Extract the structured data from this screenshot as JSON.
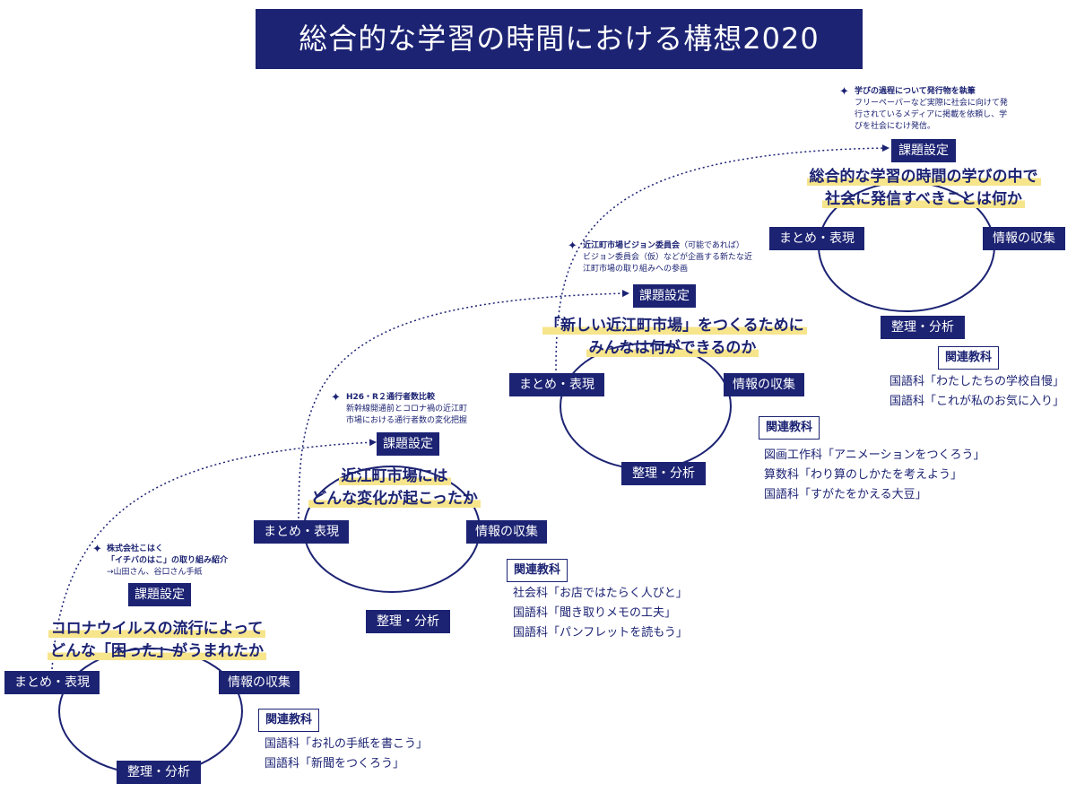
{
  "title": "総合的な学習の時間における構想2020",
  "cycles": [
    {
      "labels": {
        "set": "課題設定",
        "summary": "まとめ・表現",
        "collect": "情報の収集",
        "analyze": "整理・分析"
      },
      "question": [
        "コロナウイルスの流行によって",
        "どんな「困った」がうまれたか"
      ],
      "kanren": "関連教科",
      "subjects": [
        "国語科「お礼の手紙を書こう」",
        "国語科「新聞をつくろう」"
      ],
      "note": {
        "title": "株式会社こはく",
        "lines": [
          "「イチバのはこ」の取り組み紹介",
          "→山田さん、谷口さん手紙"
        ]
      }
    },
    {
      "labels": {
        "set": "課題設定",
        "summary": "まとめ・表現",
        "collect": "情報の収集",
        "analyze": "整理・分析"
      },
      "question": [
        "近江町市場には",
        "どんな変化が起こったか"
      ],
      "kanren": "関連教科",
      "subjects": [
        "社会科「お店ではたらく人びと」",
        "国語科「聞き取りメモの工夫」",
        "国語科「パンフレットを読もう」"
      ],
      "note": {
        "title": "H26・R２通行者数比較",
        "lines": [
          "新幹線開通前とコロナ禍の近江町",
          "市場における通行者数の変化把握"
        ]
      }
    },
    {
      "labels": {
        "set": "課題設定",
        "summary": "まとめ・表現",
        "collect": "情報の収集",
        "analyze": "整理・分析"
      },
      "question": [
        "「新しい近江町市場」をつくるために",
        "みんなは何ができるのか"
      ],
      "kanren": "関連教科",
      "subjects": [
        "図画工作科「アニメーションをつくろう」",
        "算数科「わり算のしかたを考えよう」",
        "国語科「すがたをかえる大豆」"
      ],
      "note": {
        "title": "近江町市場ビジョン委員会",
        "title_suffix": "（可能であれば）",
        "lines": [
          "ビジョン委員会（仮）などが企画する新たな近",
          "江町市場の取り組みへの参画"
        ]
      }
    },
    {
      "labels": {
        "set": "課題設定",
        "summary": "まとめ・表現",
        "collect": "情報の収集",
        "analyze": "整理・分析"
      },
      "question": [
        "総合的な学習の時間の学びの中で",
        "社会に発信すべきことは何か"
      ],
      "kanren": "関連教科",
      "subjects": [
        "国語科「わたしたちの学校自慢」",
        "国語科「これが私のお気に入り」"
      ],
      "note": {
        "title": "学びの過程について発行物を執筆",
        "lines": [
          "フリーペーパーなど実際に社会に向けて発",
          "行されているメディアに掲載を依頼し、学",
          "びを社会にむけ発信。"
        ]
      }
    }
  ],
  "colors": {
    "navy": "#1c2373",
    "highlight": "#f7e58c"
  }
}
